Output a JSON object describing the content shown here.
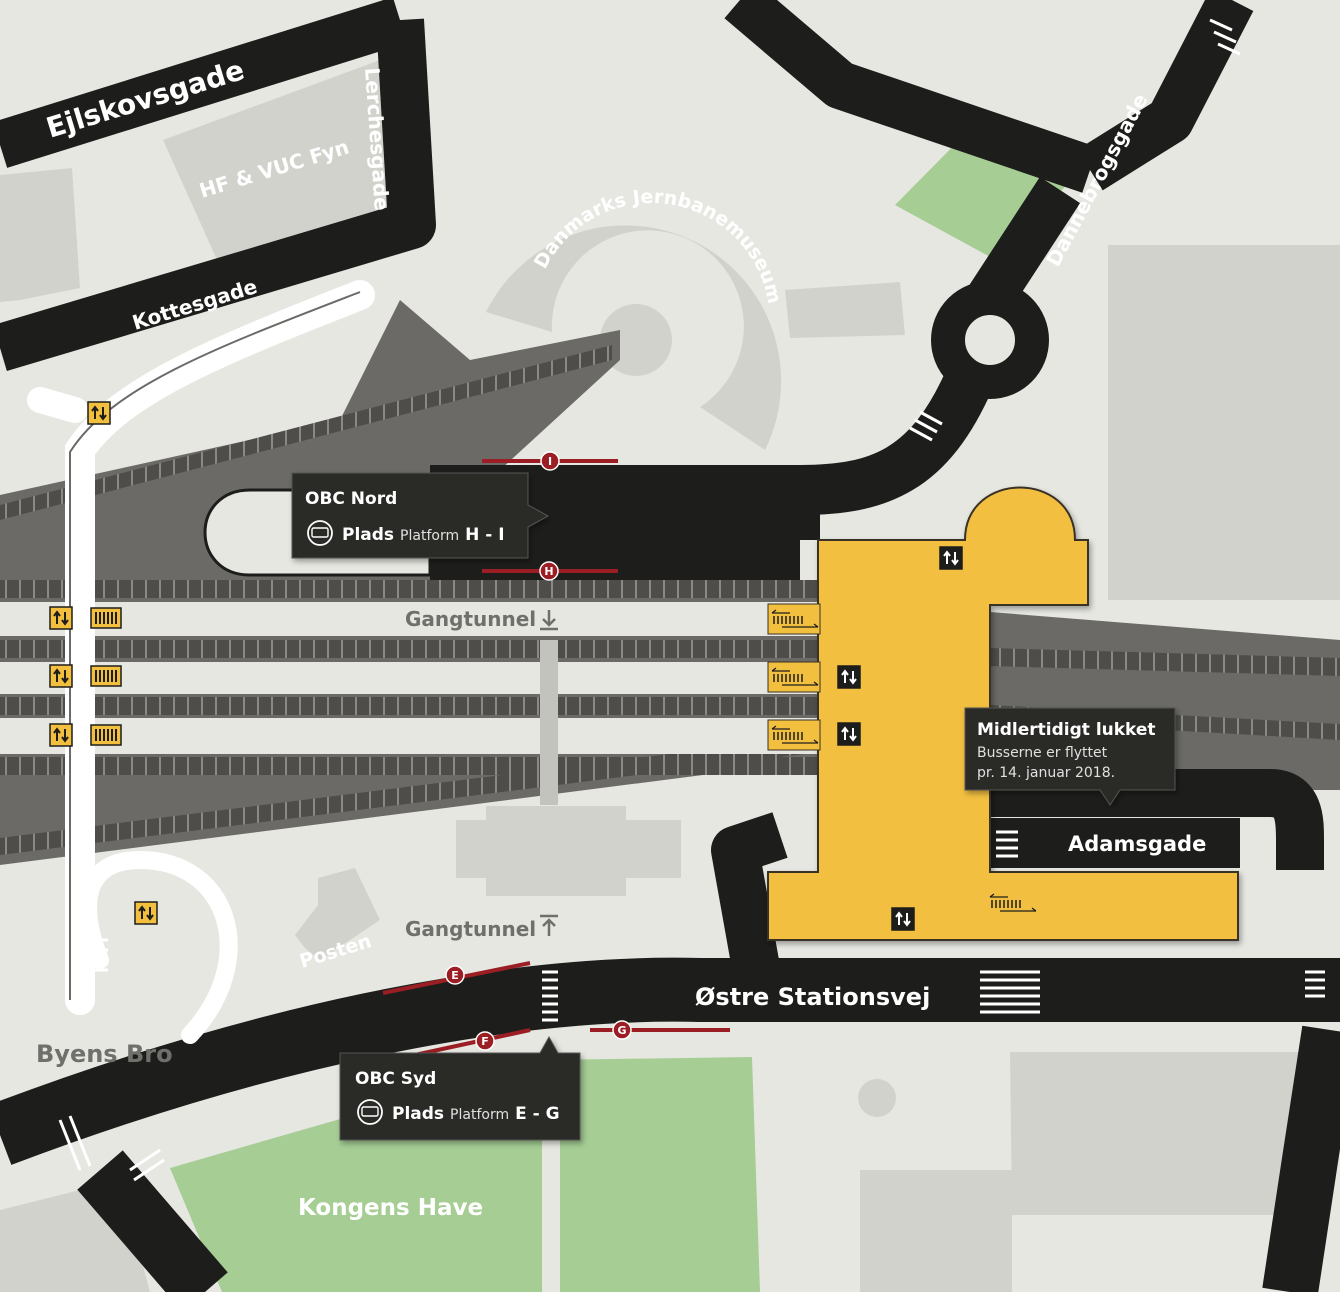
{
  "streets": {
    "ejlskovsgade": "Ejlskovsgade",
    "lerchesgade": "Lerchesgade",
    "kottesgade": "Kottesgade",
    "dannebrogsgade": "Dannebrogsgade",
    "adamsgade": "Adamsgade",
    "ostre_stationsvej": "Østre Stationsvej"
  },
  "places": {
    "hf_vuc": "HF & VUC Fyn",
    "museum": "Danmarks Jernbanemuseum",
    "posten": "Posten",
    "byens_bro": "Byens Bro",
    "kongens_have": "Kongens Have",
    "gangtunnel_north": "Gangtunnel",
    "gangtunnel_south": "Gangtunnel"
  },
  "callouts": {
    "obc_nord": {
      "title": "OBC Nord",
      "plads": "Plads",
      "platform_word": "Platform",
      "platforms": "H - I"
    },
    "obc_syd": {
      "title": "OBC Syd",
      "plads": "Plads",
      "platform_word": "Platform",
      "platforms": "E - G"
    },
    "closed": {
      "title": "Midlertidigt lukket",
      "line1": "Busserne er flyttet",
      "line2": "pr. 14. januar 2018."
    }
  },
  "bus_stop_markers": [
    "I",
    "H",
    "E",
    "F",
    "G"
  ],
  "icons": [
    "elevator-icon",
    "stairs-icon",
    "escalator-icon",
    "bus-icon",
    "arrow-down-icon",
    "arrow-up-icon"
  ],
  "colors": {
    "road": "#1d1d1b",
    "background": "#e7e7e2",
    "building": "#d2d2cd",
    "park": "#a5cd94",
    "station": "#f2bf3f",
    "rail_area": "#6b6a67",
    "track": "#4e4d4a",
    "bus_stop": "#9a1e23",
    "callout": "#2a2a28"
  }
}
